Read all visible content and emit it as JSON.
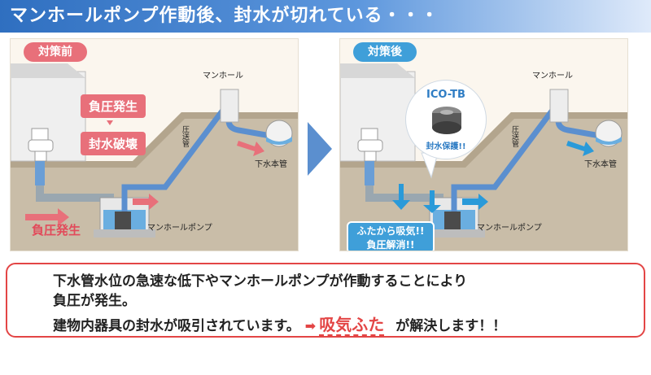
{
  "title": "マンホールポンプ作動後、封水が切れている・・・",
  "before": {
    "tag": "対策前",
    "manhole": "マンホール",
    "pipe": "圧送管",
    "sewer_main": "下水本管",
    "pump": "マンホールポンプ",
    "box1": "負圧発生",
    "box2": "封水破壊",
    "neg_pressure": "負圧発生"
  },
  "after": {
    "tag": "対策後",
    "manhole": "マンホール",
    "pipe": "圧送管",
    "sewer_main": "下水本管",
    "pump": "マンホールポンプ",
    "product_name": "ICO-TB",
    "product_caption": "封水保護!!",
    "callout_line1": "ふたから吸気!!",
    "callout_line2": "負圧解消!!"
  },
  "description": {
    "line1": "下水管水位の急速な低下やマンホールポンプが作動することにより",
    "line2": "負圧が発生。",
    "line3_prefix": "建物内器具の封水が吸引されています。",
    "arrow": "➡",
    "highlight": "吸気ふた",
    "suffix": "が解決します！！"
  },
  "colors": {
    "title_bar": "#2f6fc0",
    "before_accent": "#e8707a",
    "after_accent": "#3f9fd9",
    "warning_red": "#e34545"
  },
  "icons": [
    "toilet-icon",
    "pump-icon",
    "flow-arrow-icon",
    "transition-arrow-icon"
  ]
}
